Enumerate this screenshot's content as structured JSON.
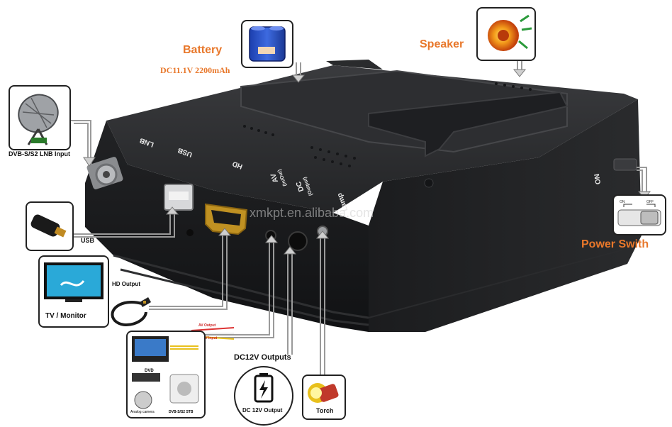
{
  "labels": {
    "battery": "Battery",
    "battery_spec": "DC11.1V 2200mAh",
    "speaker": "Speaker",
    "power_switch": "Power Swith",
    "lnb_input": "DVB-S/S2 LNB Input",
    "usb": "USB",
    "hd_output": "HD Output",
    "tv_monitor": "TV / Monitor",
    "dc12v_outputs": "DC12V Outputs",
    "dc12v_output": "DC 12V Output",
    "torch": "Torch",
    "av_output": "AV Output",
    "av_input": "AV Input",
    "dvd": "DVD",
    "analog_camera": "Analog camera",
    "stb": "DVB-S/S2 STB"
  },
  "device": {
    "port_lnb": "LNB",
    "port_usb": "USB",
    "port_hd": "HD",
    "port_av": "AV",
    "port_av_sub": "(In/Out)",
    "port_dc": "DC",
    "port_dc_sub": "(Output)",
    "port_lamp": "Lamp",
    "switch_on": "ON",
    "switch_thumb_on": "ON",
    "switch_thumb_off": "OFF"
  },
  "watermark": "xmkpt.en.alibaba.com",
  "colors": {
    "accent": "#e8772a",
    "device_body": "#1c1d1f",
    "connector_line": "#9a9a9a"
  }
}
